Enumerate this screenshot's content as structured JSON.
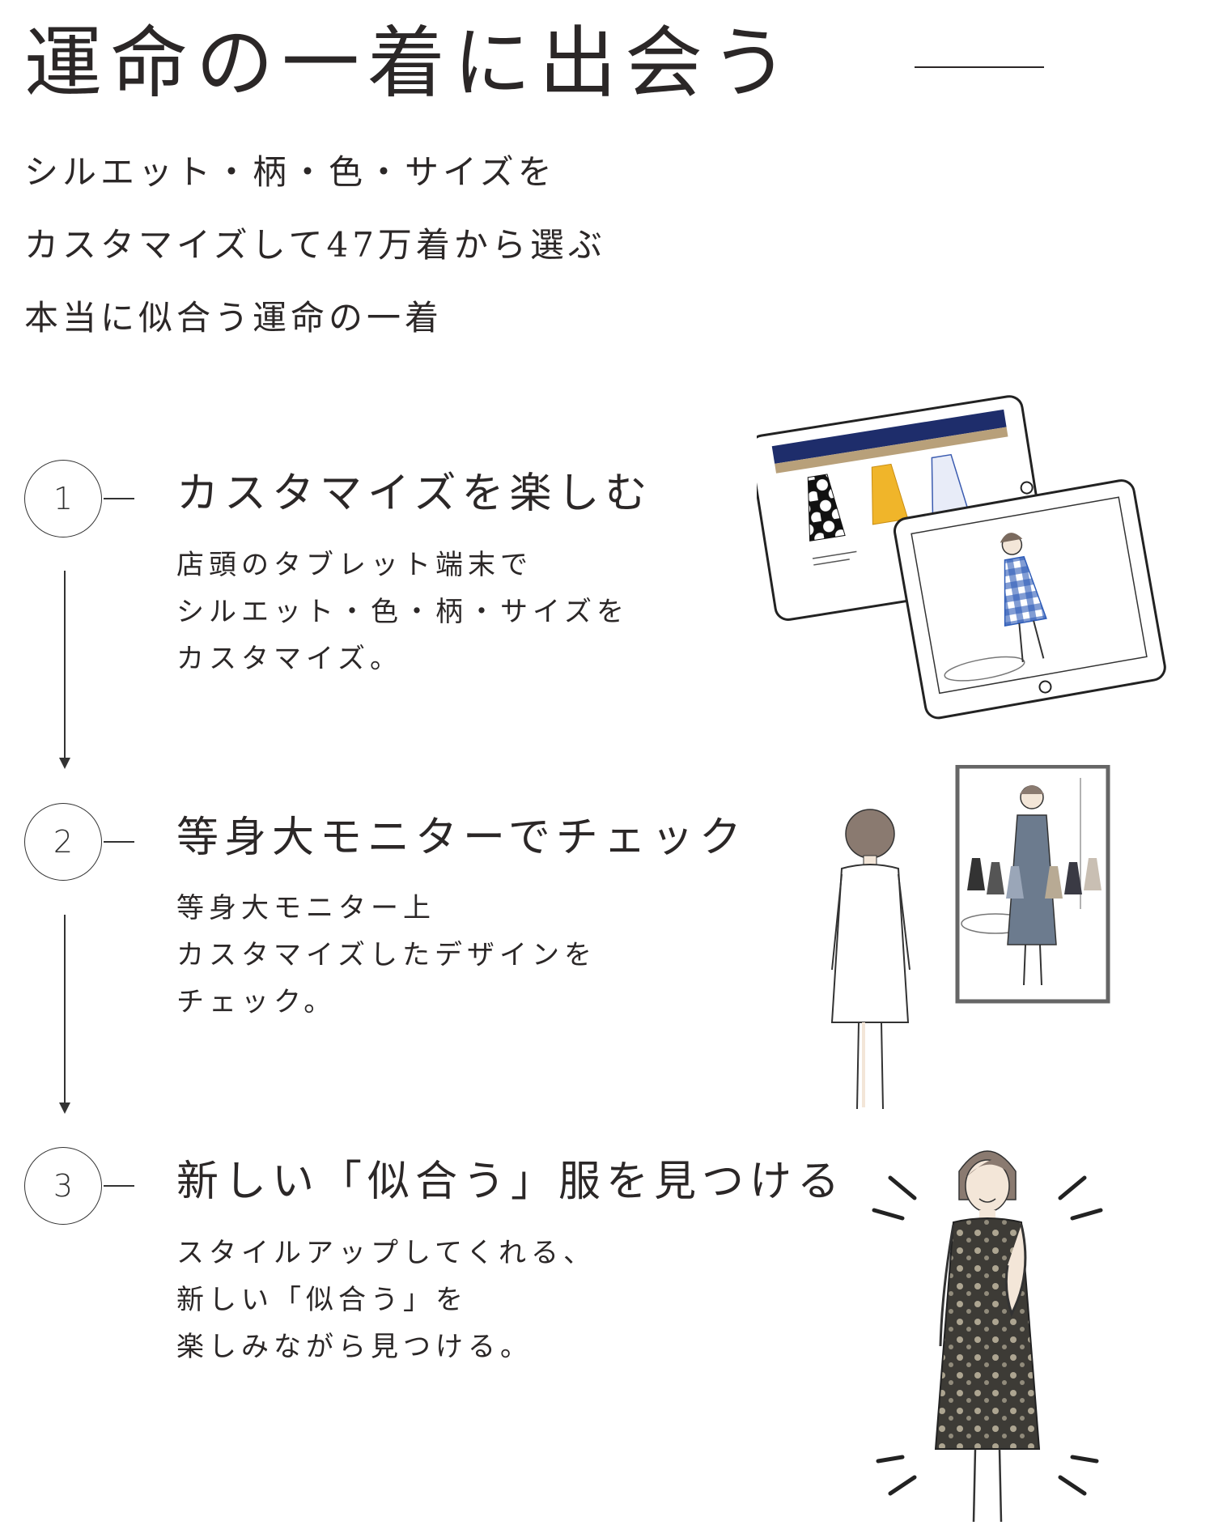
{
  "title": "運命の一着に出会う",
  "intro": [
    "シルエット・柄・色・サイズを",
    "カスタマイズして47万着から選ぶ",
    "本当に似合う運命の一着"
  ],
  "steps": [
    {
      "number": "1",
      "title": "カスタマイズを楽しむ",
      "lines": [
        "店頭のタブレット端末で",
        "シルエット・色・柄・サイズを",
        "カスタマイズ。"
      ],
      "illustration": "tablet-customize"
    },
    {
      "number": "2",
      "title": "等身大モニターでチェック",
      "lines": [
        "等身大モニター上",
        "カスタマイズしたデザインを",
        "チェック。"
      ],
      "illustration": "life-size-monitor"
    },
    {
      "number": "3",
      "title": "新しい「似合う」服を見つける",
      "lines": [
        "スタイルアップしてくれる、",
        "新しい「似合う」を",
        "楽しみながら見つける。"
      ],
      "illustration": "happy-woman"
    }
  ],
  "colors": {
    "text": "#2b2727",
    "navy": "#1e2d6b",
    "tan": "#b8a07a",
    "yellow": "#f0b52a",
    "gingham": "#2e5cb8",
    "dress_dark": "#3d3b36"
  }
}
